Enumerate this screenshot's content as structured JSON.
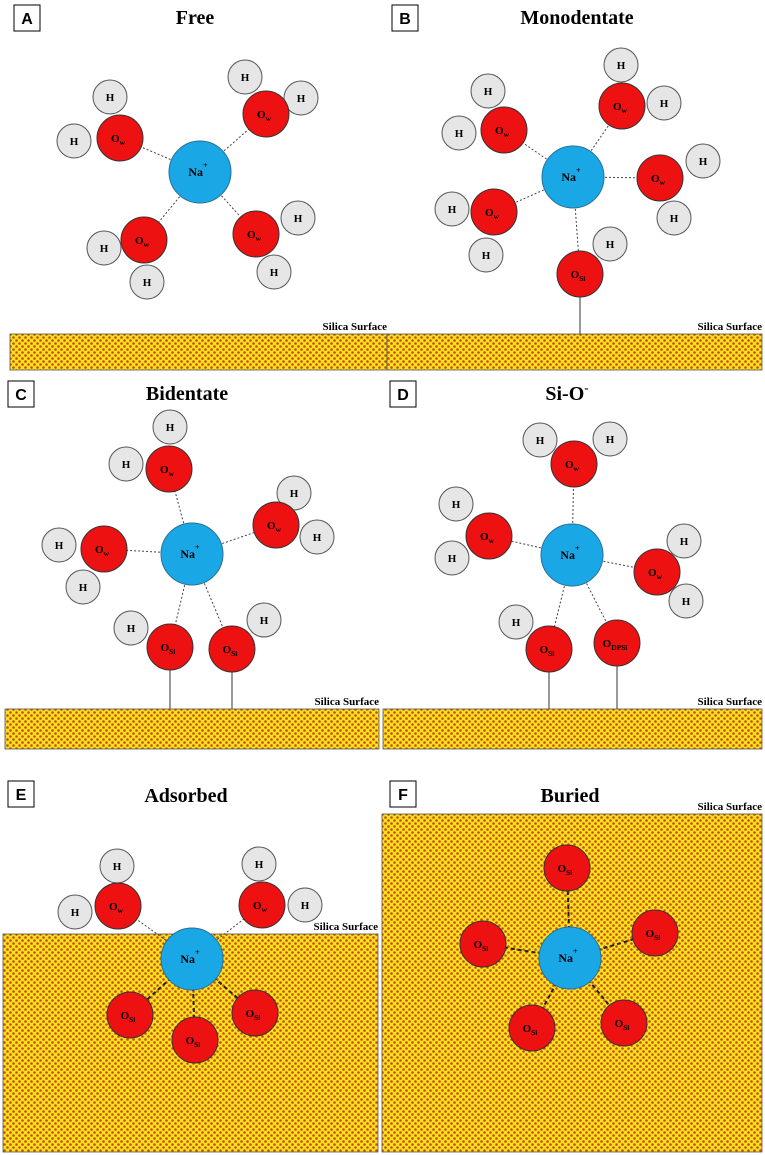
{
  "colors": {
    "sodium": "#1aa7e6",
    "oxygen": "#ee1111",
    "hydrogen": "#e6e6e6",
    "surface_base": "#f8e219",
    "surface_dots": "#c8481a",
    "bond": "#444444"
  },
  "labels": {
    "na": "Na",
    "na_charge": "+",
    "h": "H",
    "o": "O",
    "sub_w": "w",
    "sub_si": "Si",
    "sub_dpsi": "DPSi"
  },
  "panels": [
    {
      "id": "A",
      "letter": "A",
      "title": "Free",
      "surface_label": "Silica Surface"
    },
    {
      "id": "B",
      "letter": "B",
      "title": "Monodentate",
      "surface_label": "Silica Surface"
    },
    {
      "id": "C",
      "letter": "C",
      "title": "Bidentate",
      "surface_label": "Silica Surface"
    },
    {
      "id": "D",
      "letter": "D",
      "title": "Si-O",
      "title_sup": "-",
      "surface_label": "Silica Surface"
    },
    {
      "id": "E",
      "letter": "E",
      "title": "Adsorbed",
      "surface_label": "Silica Surface"
    },
    {
      "id": "F",
      "letter": "F",
      "title": "Buried",
      "surface_label": "Silica Surface"
    }
  ]
}
